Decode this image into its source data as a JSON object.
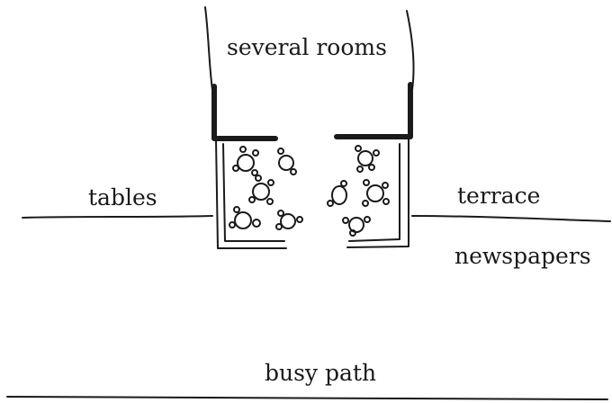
{
  "labels": {
    "rooms": "several rooms",
    "tables": "tables",
    "terrace": "terrace",
    "newspapers": "newspapers",
    "path": "busy path"
  },
  "colors": {
    "ink": "#1a1a1a",
    "background": "#ffffff"
  }
}
